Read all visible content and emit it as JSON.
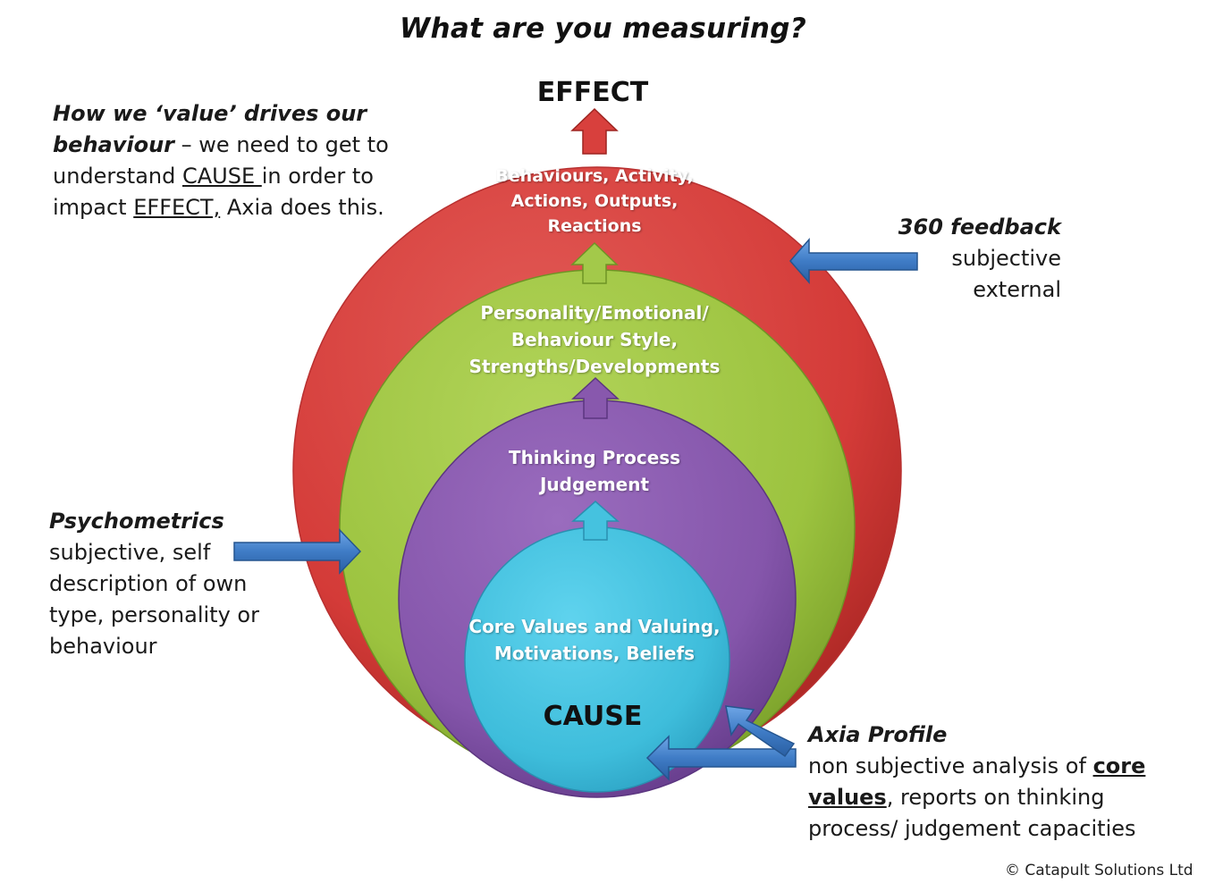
{
  "title": "What are you measuring?",
  "effect_label": "EFFECT",
  "cause_label": "CAUSE",
  "rings": {
    "behaviours": [
      "Behaviours, Activity,",
      "Actions, Outputs,",
      "Reactions"
    ],
    "personality": [
      "Personality/Emotional/",
      "Behaviour Style,",
      "Strengths/Developments"
    ],
    "thinking": [
      "Thinking Process",
      "Judgement"
    ],
    "core": [
      "Core Values and Valuing,",
      "Motivations, Beliefs"
    ]
  },
  "notes": {
    "value": {
      "heading_line1": "How we ‘value’ drives our",
      "heading_line2": "behaviour",
      "text_a": " – we need to get to",
      "text_b": "understand ",
      "cause_word": "CAUSE ",
      "text_c": "in order to",
      "text_d": "impact ",
      "effect_word": "EFFECT,",
      "text_e": " Axia does this."
    },
    "feedback360": {
      "heading": "360 feedback",
      "lines": [
        "subjective",
        "external"
      ]
    },
    "psychometrics": {
      "heading": "Psychometrics",
      "lines": [
        "subjective, self",
        "description of own",
        "type, personality or",
        "behaviour"
      ]
    },
    "axia": {
      "heading": "Axia Profile",
      "text_a": "non subjective analysis of ",
      "core_word": "core",
      "values_word": "values",
      "text_b": ", reports on thinking",
      "text_c": "process/ judgement capacities"
    }
  },
  "copyright": "© Catapult Solutions Ltd",
  "colors": {
    "red": "#d83a38",
    "green": "#9cc43c",
    "purple": "#8a5aae",
    "cyan": "#3ec0dd",
    "arrow_blue": "#3f7cc6"
  }
}
